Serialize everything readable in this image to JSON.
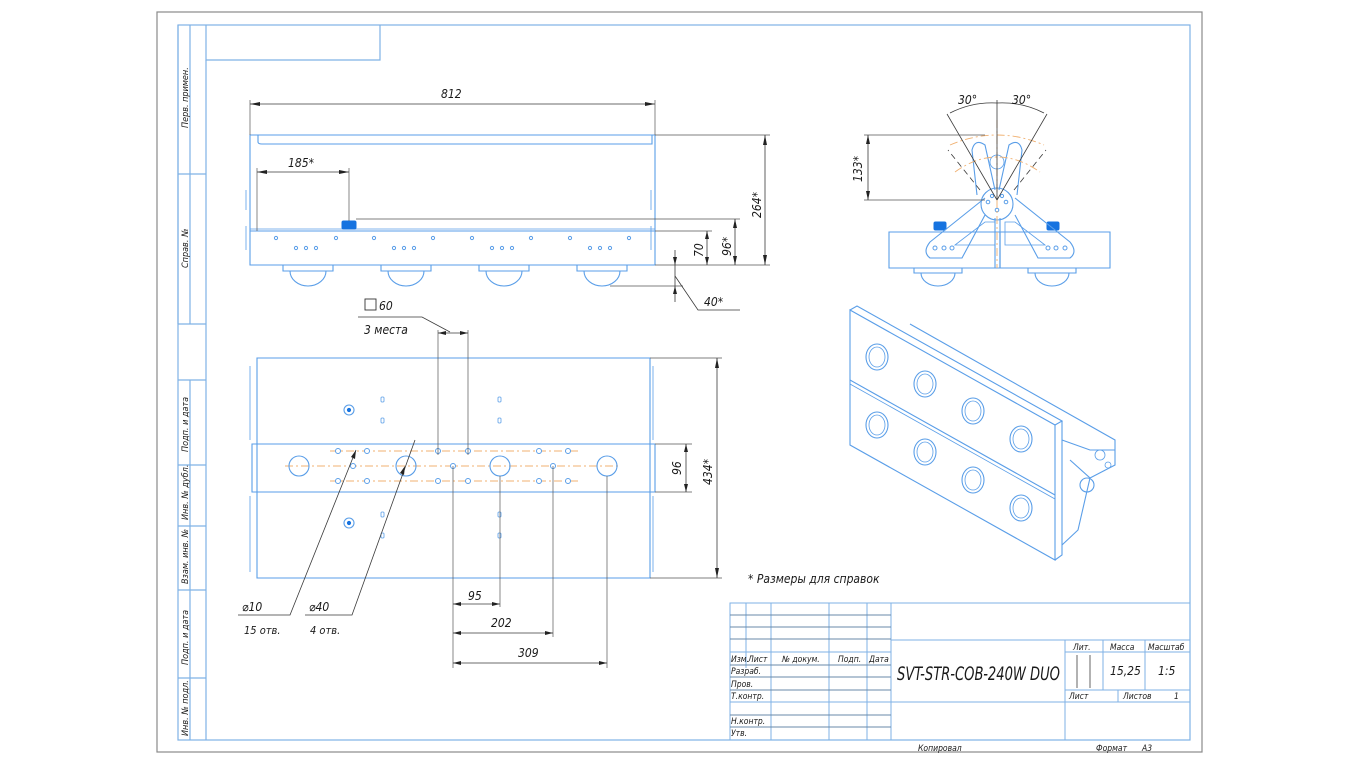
{
  "drawing": {
    "title": "SVT-STR-COB-240W DUO",
    "note": "* Размеры для справок",
    "colors": {
      "part_line": "#5a9ee8",
      "frame_line": "#7fb2e5",
      "center_line": "#f0b070",
      "accent_fill": "#1673e0",
      "dimension_line": "#3a3a3a"
    }
  },
  "side_strip": {
    "top_labels": [
      "Перв. примен.",
      "Справ. №"
    ],
    "bottom_labels": [
      "Подп. и дата",
      "Инв. № дубл.",
      "Взам. инв. №",
      "Подп. и дата",
      "Инв. № подл."
    ]
  },
  "front_view": {
    "dimensions": {
      "overall_length": "812",
      "offset": "185*",
      "overall_height": "264*",
      "body_height": "96*",
      "housing_height": "70",
      "lens_depth": "40*"
    }
  },
  "end_view": {
    "dimensions": {
      "angle_left": "30°",
      "angle_right": "30°",
      "pivot_height": "133*"
    }
  },
  "top_view": {
    "dimensions": {
      "square_hole": "60",
      "square_hole_count": "3 места",
      "total_width": "434*",
      "bracket_width": "96",
      "hole_small_dia": "⌀10",
      "hole_small_count": "15 отв.",
      "hole_large_dia": "⌀40",
      "hole_large_count": "4 отв.",
      "spacing_1": "95",
      "spacing_2": "202",
      "spacing_3": "309"
    }
  },
  "title_block": {
    "revision_headers": [
      "Изм.",
      "Лист",
      "№ докум.",
      "Подп.",
      "Дата"
    ],
    "roles": [
      "Разраб.",
      "Пров.",
      "Т.контр.",
      "",
      "Н.контр.",
      "Утв."
    ],
    "col_lit": "Лит.",
    "col_mass": "Масса",
    "col_scale": "Масштаб",
    "mass_value": "15,25",
    "scale_value": "1:5",
    "sheet_label": "Лист",
    "sheets_label": "Листов",
    "sheets_value": "1",
    "copied_label": "Копировал",
    "format_label": "Формат",
    "format_value": "A3"
  }
}
